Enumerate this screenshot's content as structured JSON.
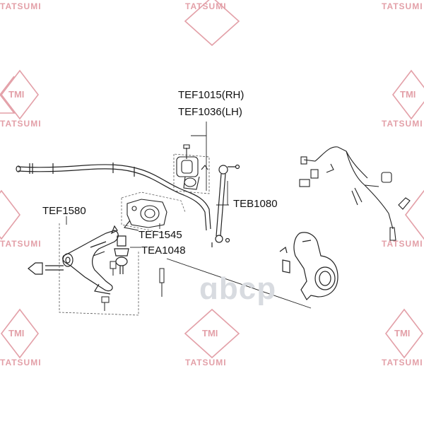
{
  "watermark": {
    "brand": "TATSUMI",
    "logo": "TMI",
    "center": "ɑbcp",
    "color": "#e3a0a8"
  },
  "labels": {
    "tef1015": "TEF1015(RH)",
    "tef1036": "TEF1036(LH)",
    "teb1080": "TEB1080",
    "tef1580": "TEF1580",
    "tef1545": "TEF1545",
    "tea1048": "TEA1048"
  }
}
